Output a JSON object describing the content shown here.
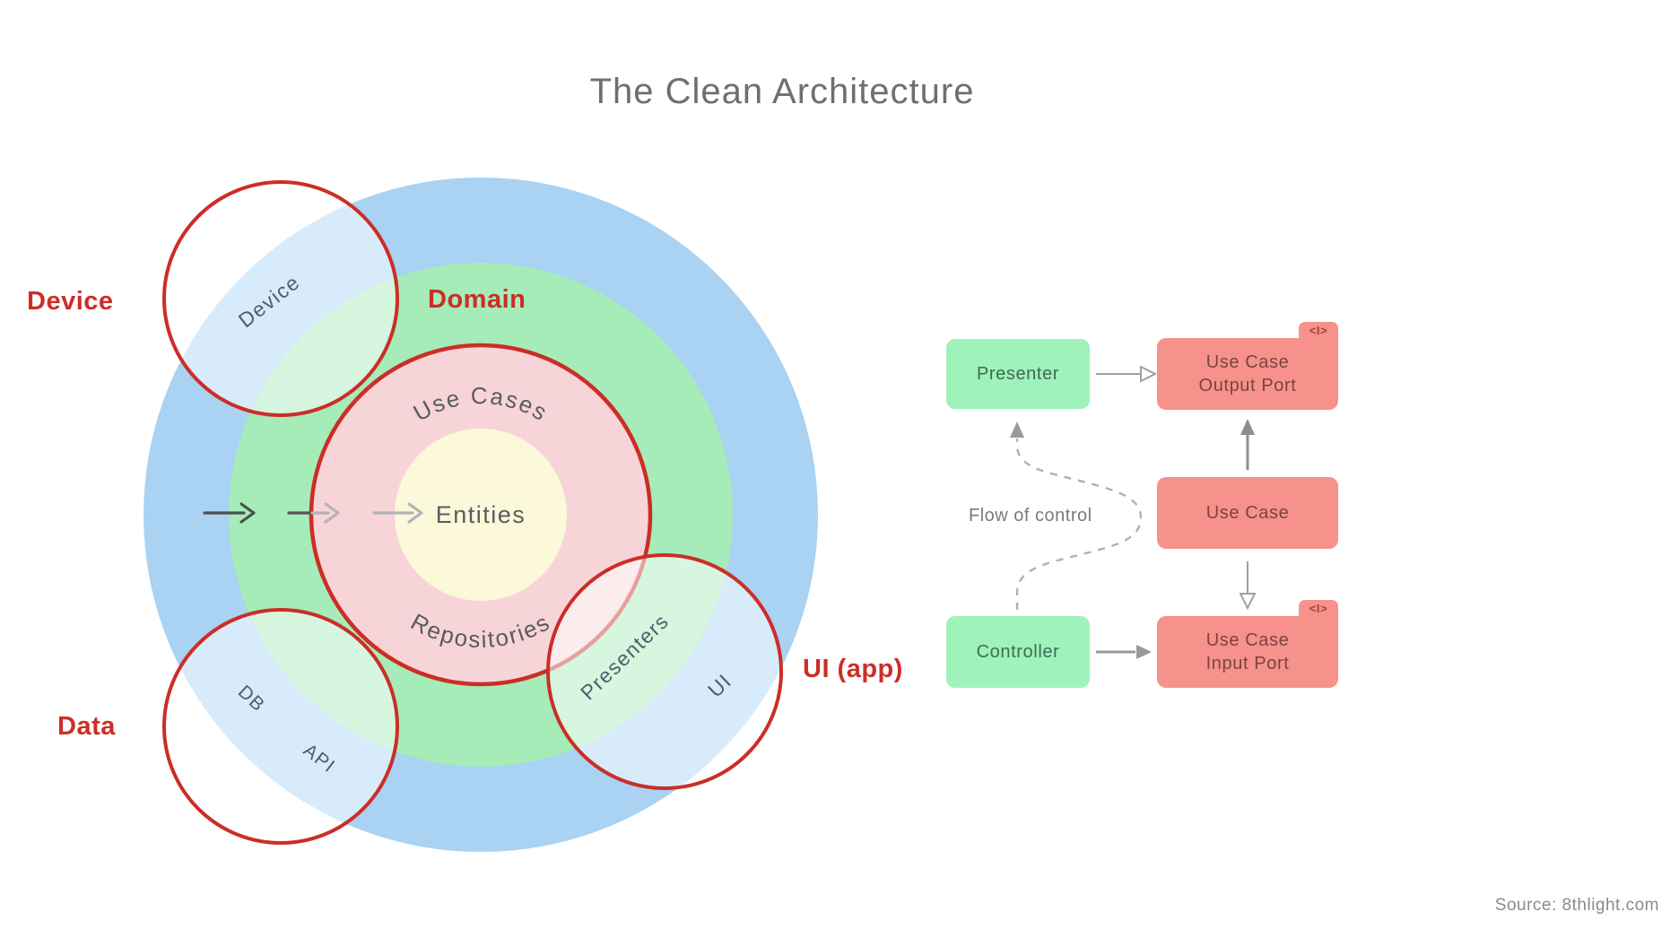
{
  "title": "The Clean Architecture",
  "source": "Source: 8thlight.com",
  "colors": {
    "accent_red": "#cb2e27",
    "ring_blue": "#a9d2f3",
    "ring_green": "#a5ecb8",
    "ring_pink": "#f7d4d7",
    "ring_yellow": "#fbf9da",
    "box_green": "#9ef2ba",
    "box_red": "#f6928b",
    "text_gray": "#585c60"
  },
  "circle_diagram": {
    "outer_labels": {
      "device": "Device",
      "domain": "Domain",
      "data": "Data",
      "ui_app": "UI (app)"
    },
    "rings": {
      "use_cases": "Use Cases",
      "repositories": "Repositories",
      "entities": "Entities"
    },
    "satellites": {
      "device": "Device",
      "db": "DB",
      "api": "API",
      "presenters": "Presenters",
      "ui": "UI"
    }
  },
  "flow_diagram": {
    "presenter": "Presenter",
    "controller": "Controller",
    "use_case": "Use Case",
    "output_port": {
      "line1": "Use Case",
      "line2": "Output Port"
    },
    "input_port": {
      "line1": "Use Case",
      "line2": "Input Port"
    },
    "interface_icon": "<I>",
    "flow_label": "Flow of control"
  }
}
